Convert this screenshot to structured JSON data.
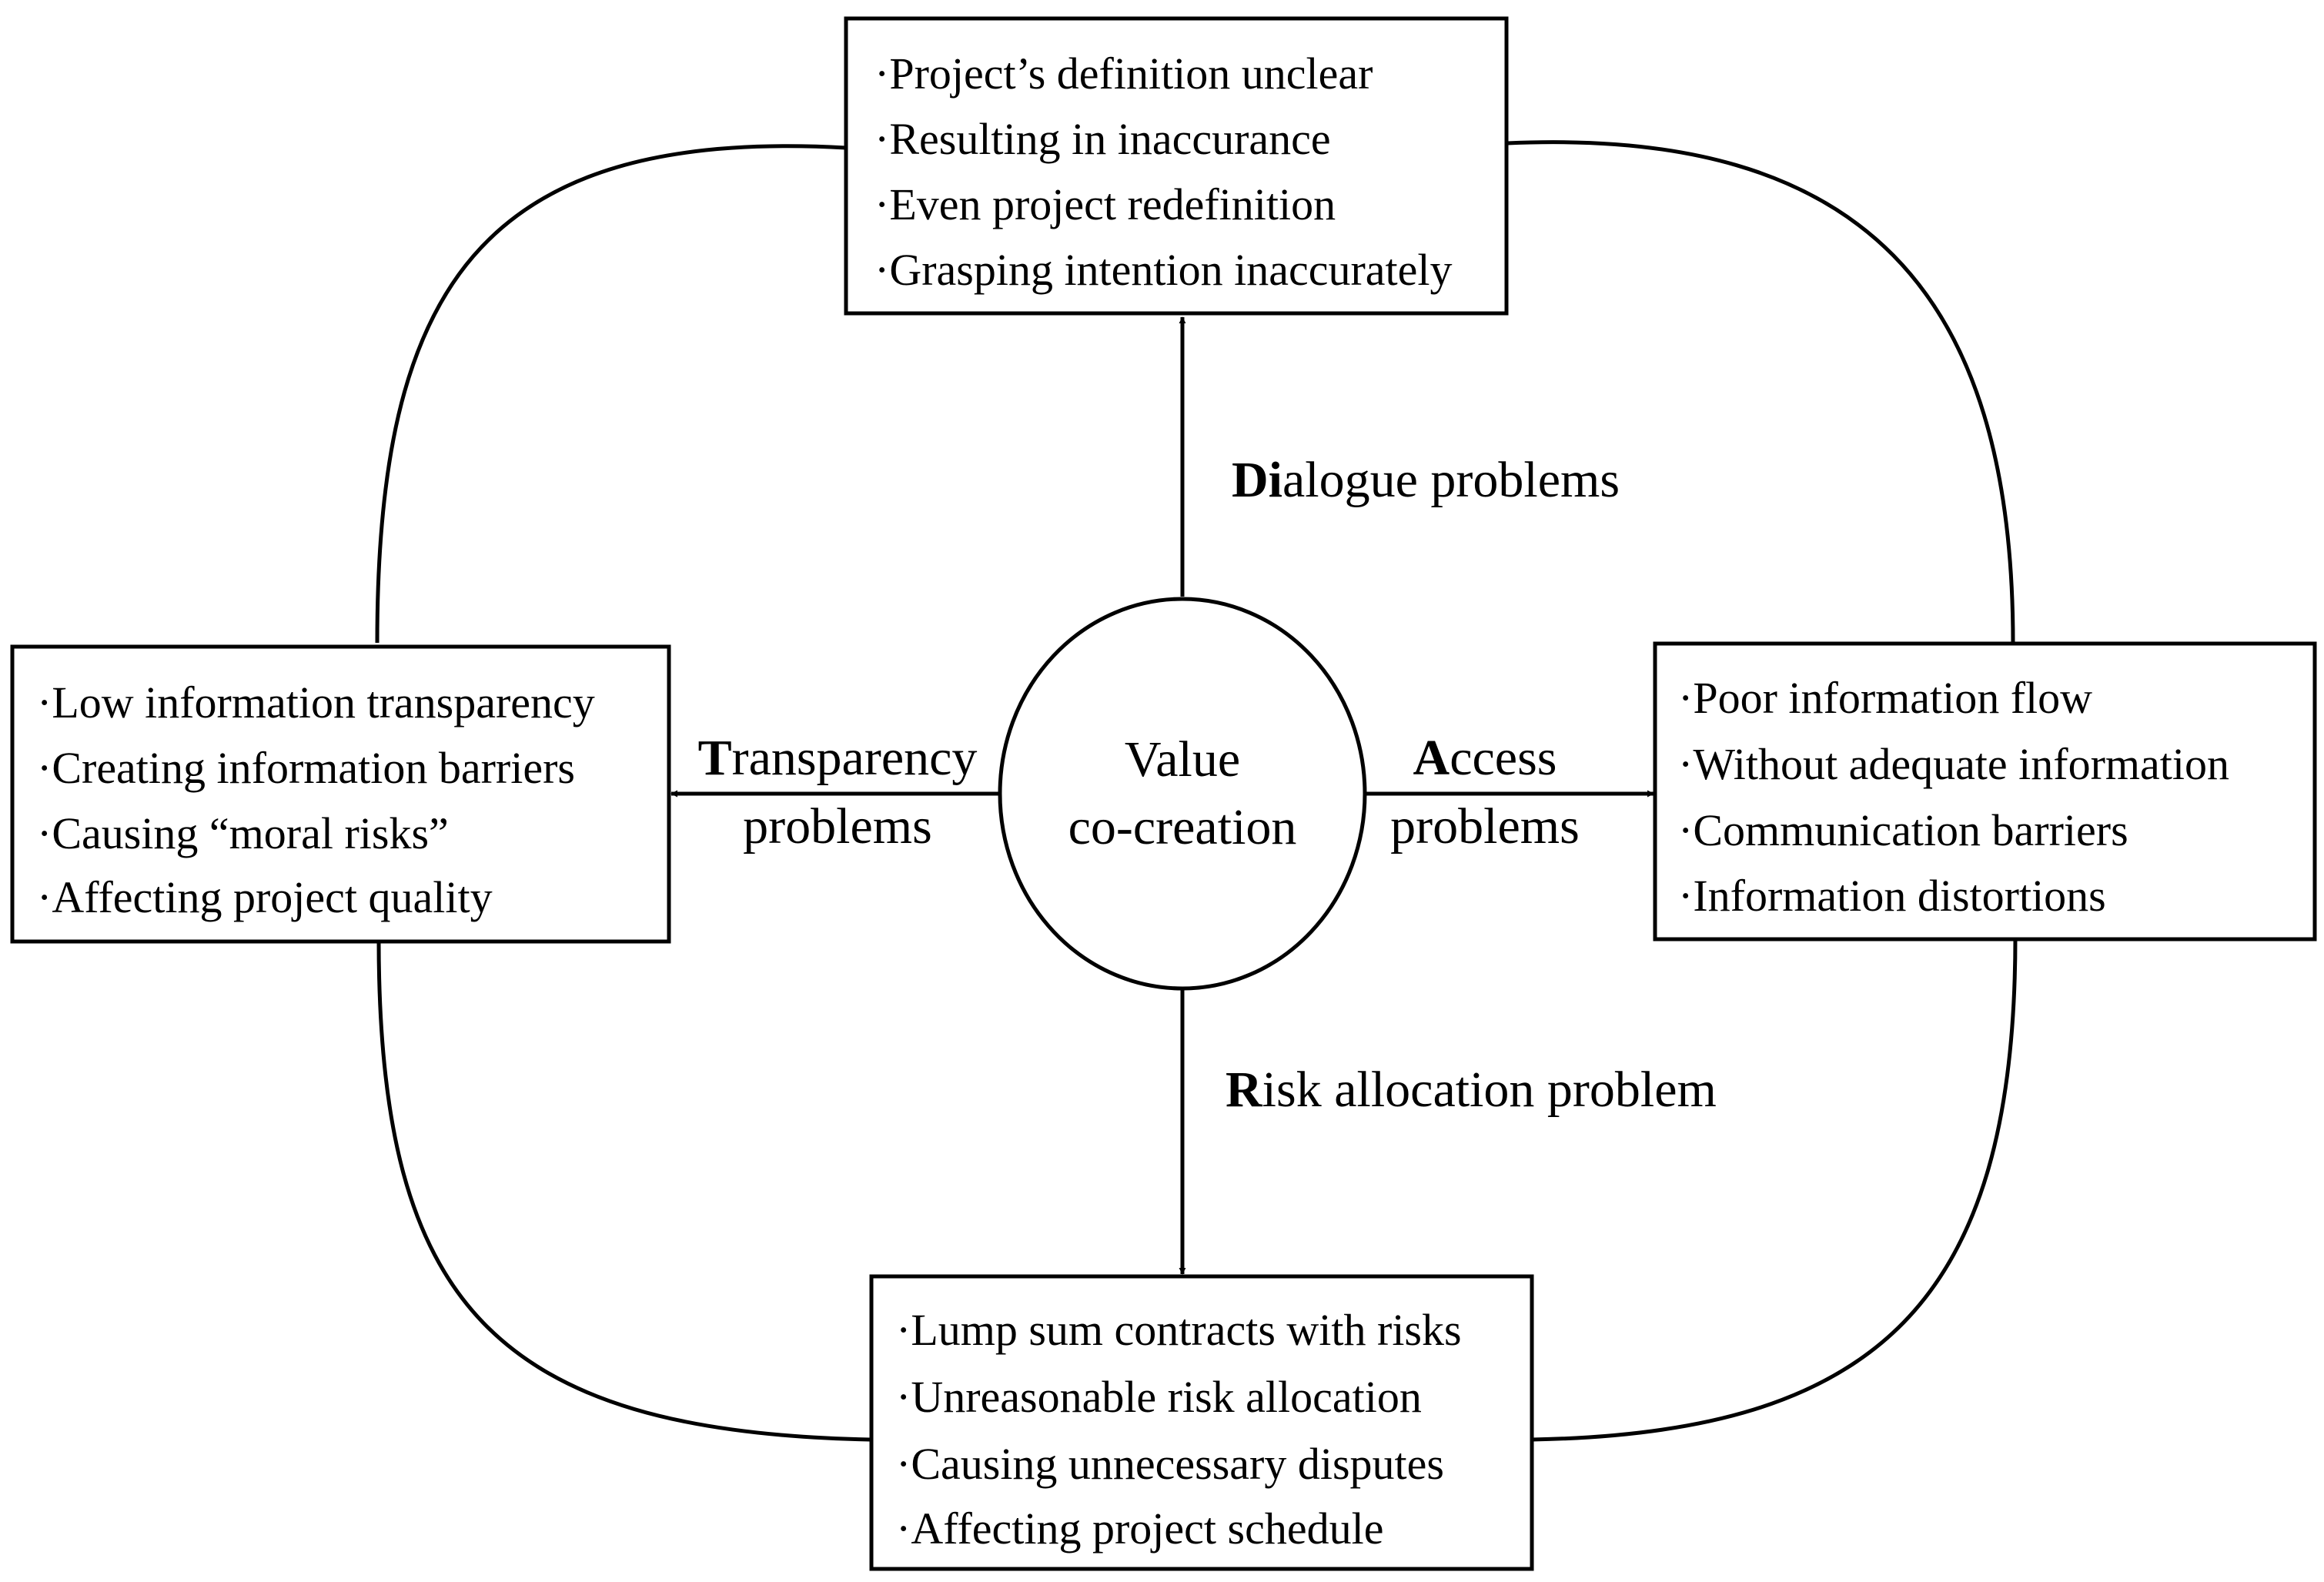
{
  "center": {
    "line1": "Value",
    "line2": "co-creation"
  },
  "top_box": {
    "items": [
      "·Project’s definition unclear",
      "·Resulting in inaccurance",
      "·Even project redefinition",
      "·Grasping intention inaccurately"
    ]
  },
  "left_box": {
    "items": [
      "·Low information transparency",
      "·Creating information barriers",
      "·Causing “moral risks”",
      "·Affecting project quality"
    ]
  },
  "right_box": {
    "items": [
      "·Poor information flow",
      "·Without adequate information",
      "·Communication barriers",
      "·Information distortions"
    ]
  },
  "bottom_box": {
    "items": [
      "·Lump sum contracts with risks",
      "·Unreasonable risk allocation",
      "·Causing unnecessary disputes",
      "·Affecting project schedule"
    ]
  },
  "labels": {
    "dialogue": {
      "lead": "Di",
      "rest": "alogue problems"
    },
    "transparency": {
      "lead": "T",
      "rest": "ransparency",
      "line2": "problems"
    },
    "access": {
      "lead": "A",
      "rest": "ccess",
      "line2": "problems"
    },
    "risk": {
      "lead": "R",
      "rest": "isk allocation problem"
    }
  }
}
